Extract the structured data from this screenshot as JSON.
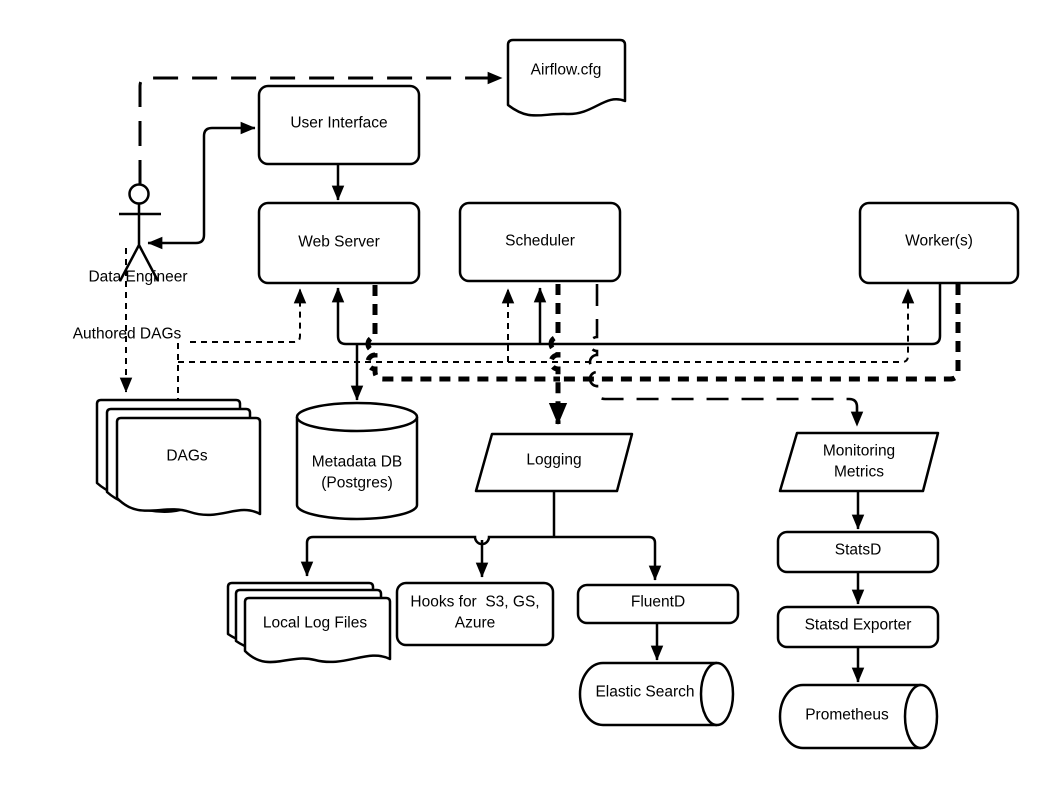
{
  "diagram": {
    "background_color": "#ffffff",
    "stroke_color": "#000000",
    "nodes": [
      {
        "id": "airflow_cfg",
        "label": "Airflow.cfg",
        "shape": "document"
      },
      {
        "id": "user_interface",
        "label": "User Interface",
        "shape": "rounded-rect"
      },
      {
        "id": "web_server",
        "label": "Web Server",
        "shape": "rounded-rect"
      },
      {
        "id": "scheduler",
        "label": "Scheduler",
        "shape": "rounded-rect"
      },
      {
        "id": "workers",
        "label": "Worker(s)",
        "shape": "rounded-rect"
      },
      {
        "id": "data_engineer",
        "label": "Data Engineer",
        "shape": "actor"
      },
      {
        "id": "dags",
        "label": "DAGs",
        "shape": "multi-document"
      },
      {
        "id": "metadata_db",
        "label": "Metadata DB\n(Postgres)",
        "shape": "cylinder"
      },
      {
        "id": "logging",
        "label": "Logging",
        "shape": "parallelogram"
      },
      {
        "id": "monitoring_metrics",
        "label": "Monitoring\nMetrics",
        "shape": "parallelogram"
      },
      {
        "id": "local_log_files",
        "label": "Local Log Files",
        "shape": "multi-document"
      },
      {
        "id": "hooks",
        "label": "Hooks for  S3, GS,\nAzure",
        "shape": "rounded-rect"
      },
      {
        "id": "fluentd",
        "label": "FluentD",
        "shape": "rounded-rect"
      },
      {
        "id": "elastic_search",
        "label": "Elastic Search",
        "shape": "horizontal-cylinder"
      },
      {
        "id": "statsd",
        "label": "StatsD",
        "shape": "rounded-rect"
      },
      {
        "id": "statsd_exporter",
        "label": "Statsd Exporter",
        "shape": "rounded-rect"
      },
      {
        "id": "prometheus",
        "label": "Prometheus",
        "shape": "horizontal-cylinder"
      }
    ],
    "annotations": [
      {
        "id": "authored_dags",
        "text": "Authored DAGs"
      }
    ],
    "edges": [
      {
        "from": "data_engineer",
        "to": "airflow_cfg",
        "style": "long-dash",
        "arrow": "end"
      },
      {
        "from": "data_engineer",
        "to": "user_interface",
        "style": "solid",
        "arrow": "both"
      },
      {
        "from": "user_interface",
        "to": "web_server",
        "style": "solid",
        "arrow": "end"
      },
      {
        "from": "workers",
        "to": "web_server",
        "style": "solid",
        "arrow": "end"
      },
      {
        "from": "workers",
        "to": "scheduler",
        "style": "solid",
        "arrow": "end"
      },
      {
        "from": "workers",
        "to": "metadata_db",
        "style": "solid",
        "arrow": "end"
      },
      {
        "from": "data_engineer",
        "to": "dags",
        "style": "fine-dash",
        "arrow": "end"
      },
      {
        "from": "dags",
        "to": "web_server",
        "style": "fine-dash",
        "arrow": "end",
        "label": "Authored DAGs"
      },
      {
        "from": "dags",
        "to": "scheduler",
        "style": "fine-dash",
        "arrow": "end"
      },
      {
        "from": "dags",
        "to": "workers",
        "style": "fine-dash",
        "arrow": "end"
      },
      {
        "from": "web_server",
        "to": "logging",
        "style": "bold-dash",
        "arrow": "none"
      },
      {
        "from": "workers",
        "to": "logging",
        "style": "bold-dash",
        "arrow": "none"
      },
      {
        "from": "scheduler",
        "to": "logging",
        "style": "bold-dash",
        "arrow": "end"
      },
      {
        "from": "scheduler",
        "to": "monitoring_metrics",
        "style": "long-dash",
        "arrow": "end"
      },
      {
        "from": "logging",
        "to": "local_log_files",
        "style": "solid",
        "arrow": "end"
      },
      {
        "from": "logging",
        "to": "hooks",
        "style": "solid",
        "arrow": "end"
      },
      {
        "from": "logging",
        "to": "fluentd",
        "style": "solid",
        "arrow": "end"
      },
      {
        "from": "fluentd",
        "to": "elastic_search",
        "style": "solid",
        "arrow": "end"
      },
      {
        "from": "monitoring_metrics",
        "to": "statsd",
        "style": "solid",
        "arrow": "end"
      },
      {
        "from": "statsd",
        "to": "statsd_exporter",
        "style": "solid",
        "arrow": "end"
      },
      {
        "from": "statsd_exporter",
        "to": "prometheus",
        "style": "solid",
        "arrow": "end"
      }
    ]
  }
}
